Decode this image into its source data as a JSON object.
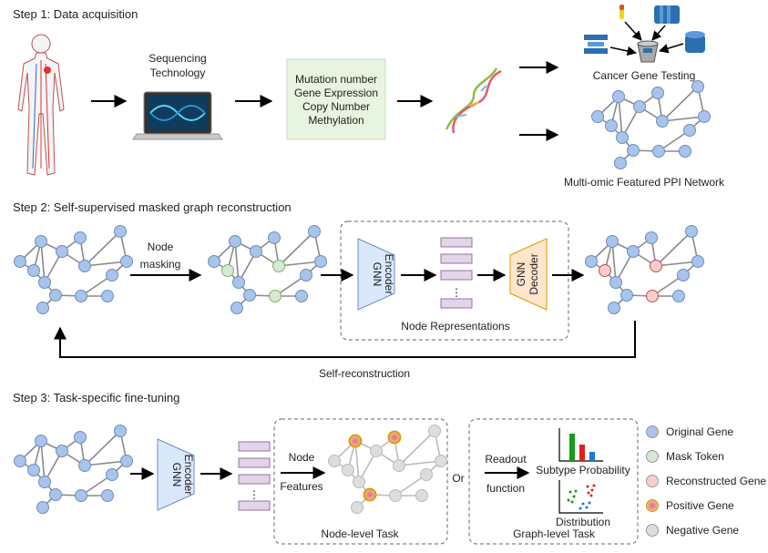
{
  "step1": {
    "title": "Step 1: Data acquisition",
    "sequencing": [
      "Sequencing",
      "Technology"
    ],
    "omics": [
      "Mutation number",
      "Gene Expression",
      "Copy Number",
      "Methylation"
    ],
    "cancer_testing": "Cancer Gene Testing",
    "ppi_network": "Multi-omic Featured PPI Network"
  },
  "step2": {
    "title": "Step 2: Self-supervised masked graph reconstruction",
    "node_masking": [
      "Node",
      "masking"
    ],
    "encoder": [
      "GNN",
      "Encoder"
    ],
    "decoder": [
      "GNN",
      "Decoder"
    ],
    "node_representations": "Node Representations",
    "self_reconstruction": "Self-reconstruction"
  },
  "step3": {
    "title": "Step 3: Task-specific fine-tuning",
    "encoder": [
      "GNN",
      "Encoder"
    ],
    "node_features": [
      "Node",
      "Features"
    ],
    "node_level_task": "Node-level Task",
    "or": "Or",
    "readout": [
      "Readout",
      "function"
    ],
    "subtype_probability": "Subtype Probability",
    "distribution": "Distribution",
    "graph_level_task": "Graph-level Task"
  },
  "ellipsis": "⋮",
  "legend": [
    {
      "label": "Original Gene",
      "color": "#a9c4eb"
    },
    {
      "label": "Mask Token",
      "color": "#d5e8d4"
    },
    {
      "label": "Reconstructed Gene",
      "color": "#f8cecc"
    },
    {
      "label": "Positive Gene",
      "color": "#f5a96b"
    },
    {
      "label": "Negative Gene",
      "color": "#dddddd"
    }
  ],
  "colors": {
    "node_blue": "#a9c4eb",
    "node_stroke": "#6c8ebf",
    "mask_green": "#d5e8d4",
    "recon_pink": "#f8cecc",
    "encoder_fill": "#dae8fc",
    "decoder_fill": "#ffe6cc",
    "rep_fill": "#e1d5e7",
    "omics_fill": "#e6f4e0"
  }
}
